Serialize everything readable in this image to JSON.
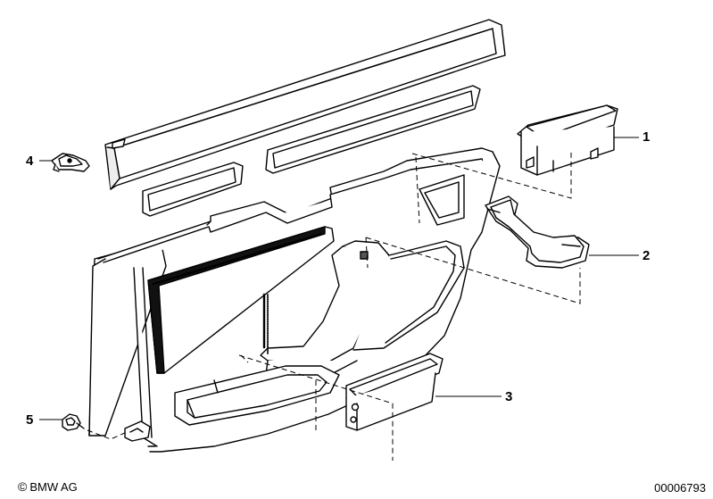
{
  "callouts": [
    {
      "id": "1",
      "label": "1"
    },
    {
      "id": "2",
      "label": "2"
    },
    {
      "id": "3",
      "label": "3"
    },
    {
      "id": "4",
      "label": "4"
    },
    {
      "id": "5",
      "label": "5"
    }
  ],
  "footer": {
    "copyright_symbol": "©",
    "brand": "BMW AG",
    "document_number": "00006793"
  },
  "colors": {
    "line": "#000000",
    "fill_light": "#ffffff",
    "shade": "#d9d9d9",
    "dark_fill": "#222222"
  }
}
